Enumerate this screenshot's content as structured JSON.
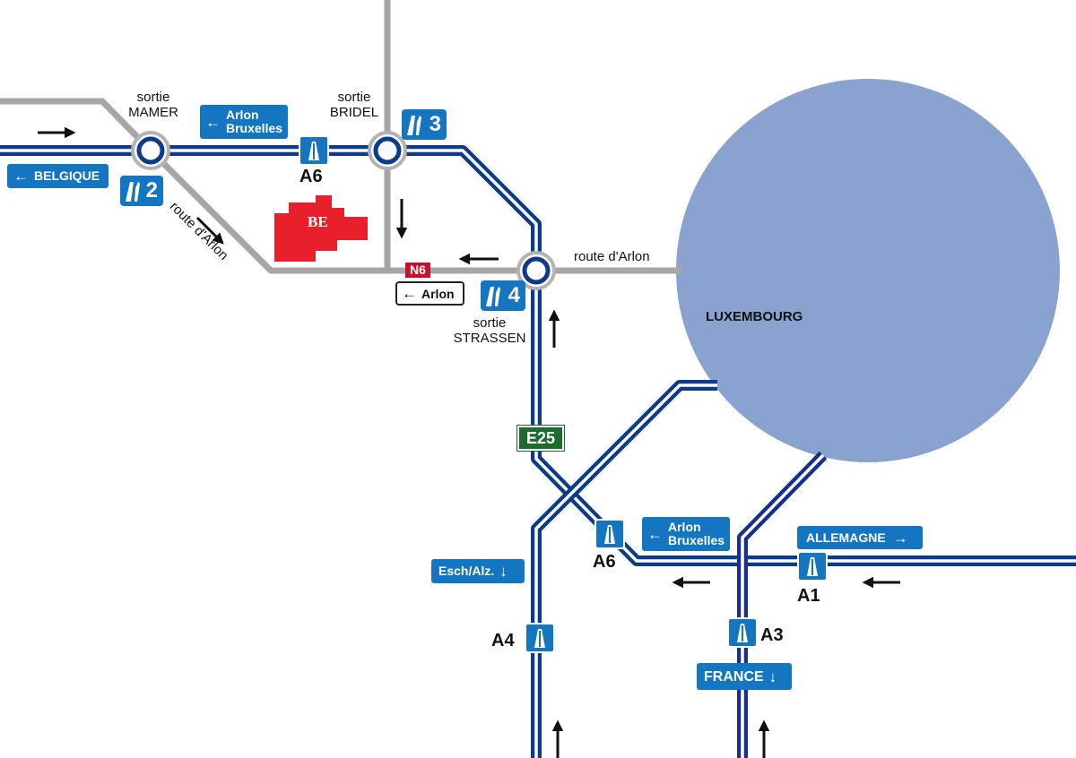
{
  "city": {
    "name": "LUXEMBOURG",
    "fill": "#8aa2cf"
  },
  "colors": {
    "motorway": "#0e3a8a",
    "road": "#a6a6a6",
    "sign_blue": "#1476c0",
    "building_red": "#e8202b"
  },
  "exits": [
    {
      "line1": "sortie",
      "line2": "MAMER",
      "number": "2"
    },
    {
      "line1": "sortie",
      "line2": "BRIDEL",
      "number": "3"
    },
    {
      "line1": "sortie",
      "line2": "STRASSEN",
      "number": "4"
    }
  ],
  "motorways": {
    "a6_west": "A6",
    "a6_south": "A6",
    "a1": "A1",
    "a3": "A3",
    "a4": "A4"
  },
  "route_labels": {
    "diagonal": "route d'Arlon",
    "east": "route d'Arlon"
  },
  "national_road": "N6",
  "euro_route": "E25",
  "signs": {
    "belgique": {
      "arrow": "←",
      "text": "BELGIQUE"
    },
    "arlon_bruxelles_top": {
      "arrow": "←",
      "line1": "Arlon",
      "line2": "Bruxelles"
    },
    "arlon_n6": {
      "arrow": "←",
      "text": "Arlon"
    },
    "arlon_bruxelles_bottom": {
      "arrow": "←",
      "line1": "Arlon",
      "line2": "Bruxelles"
    },
    "allemagne": {
      "text": "ALLEMAGNE",
      "arrow": "→"
    },
    "esch": {
      "text": "Esch/Alz.",
      "arrow": "↓"
    },
    "france": {
      "text": "FRANCE",
      "arrow": "↓"
    }
  },
  "building": {
    "label": "BE",
    "icon": "building-logo"
  },
  "traffic_arrows": [
    "east",
    "south-east",
    "south",
    "west",
    "north",
    "west",
    "west",
    "north",
    "north"
  ]
}
